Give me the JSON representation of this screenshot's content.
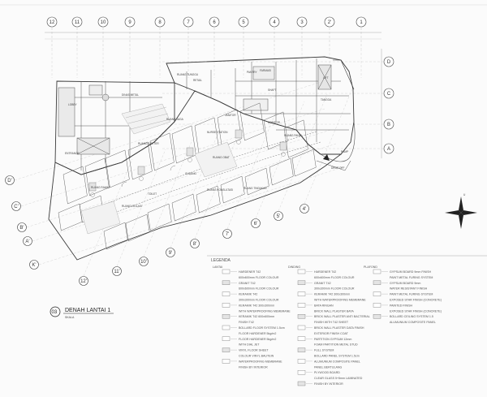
{
  "title": {
    "number": "03",
    "name": "DENAH LANTAI 1",
    "scale": "SKALA"
  },
  "grid": {
    "columns_top": [
      "12",
      "11",
      "10",
      "9",
      "8",
      "7",
      "6",
      "5",
      "4",
      "3",
      "2'",
      "1"
    ],
    "rows_right": [
      "D",
      "C",
      "B",
      "A"
    ],
    "columns_bottom": [
      "12'",
      "11'",
      "10'",
      "9'",
      "8'",
      "7'",
      "6'",
      "5'",
      "4'"
    ],
    "rows_left": [
      "D'",
      "C'",
      "B'",
      "A'",
      "K'"
    ]
  },
  "compass": {
    "label": "U"
  },
  "legend": {
    "heading": "LEGENDA",
    "groups": [
      {
        "title": "LANTAI",
        "items": [
          "HARDENER T42",
          "600x600mm FLOOR COLOUR",
          "GRANIT T42",
          "600x600mm FLOOR COLOUR",
          "KERAMIK T42",
          "300x300mm FLOOR COLOUR",
          "KERAMIK T42 300x300mm",
          "WITH WATERPROOFING MEMBRANE",
          "KERAMIK T42 600x600mm",
          "FINISH T42",
          "BOLLARD FLOOR SYSTEM 1.5cm",
          "FLOOR HARDENER 5kg/m2",
          "FLOOR HARDENER 5kg/m2",
          "WITH DIAL JET",
          "VINYL FLOOR SHEET",
          "COLOUR VINYL BAUTEIN",
          "WATERPROOFING MEMBRANE",
          "FINISH BY INTERIOR"
        ]
      },
      {
        "title": "DINDING",
        "items": [
          "HARDENER T42",
          "600x600mm FLOOR COLOUR",
          "GRANIT T42",
          "300x300mm FLOOR COLOUR",
          "KERAMIK T42 300x300mm",
          "WITH WATERPROOFING MEMBRANE",
          "BATA RINGAN",
          "BRICK WALL PLASTER BATA",
          "BRICK WALL PLASTER ANTI BACTERIAL",
          "FINISH WITH T42 SHEET",
          "BRICK WALL PLASTER DATA FINISH",
          "EXTERIOR FINISH COAT",
          "PARTITION GYPSUM 12mm",
          "FOAM PARTITION METAL STUD",
          "FULL SYSTEM",
          "BOLLARD PANEL SYSTEM 1.5cm",
          "ALUMUNIUM COMPOSITE PANEL",
          "PANEL BERTULANG",
          "PLYWOOD BOARD",
          "CLEAR GLASS 5+5mm LAMINATED",
          "FINISH BY INTERIOR"
        ]
      },
      {
        "title": "PLAFOND",
        "items": [
          "GYPSUM BOARD 9mm FINISH",
          "PAINT METAL FURING SYSTEM",
          "GYPSUM BOARD 9mm",
          "WATER RESISTANT FINISH",
          "PAINT METAL FURING SYSTEM",
          "EXPOSED STAR FINISH (CONCRETE)",
          "PAINTED FINISH",
          "EXPOSED STAR FINISH (CONCRETE)",
          "BOLLARD CEILING SYSTEM 1.5",
          "ALUMUNIUM COMPOSITE PANEL"
        ]
      }
    ]
  },
  "room_labels": [
    "DINAS METAL",
    "RUANG TUNGGU",
    "RUANG JAGA",
    "NURSE STATION",
    "RUANG OBAT",
    "KORIDOR",
    "RUANG TINDAKAN",
    "GUDANG",
    "TOILET",
    "RUANG ISOLASI",
    "RUANG RAWAT",
    "RUANG DOKTER",
    "LOBBY",
    "RETAIL",
    "LIFT",
    "TANGGA",
    "SHAFT",
    "JANITOR",
    "PANTRY",
    "RUANG PANEL",
    "DROP OFF",
    "RAMP",
    "ENTRANCE",
    "RUANG KONSULTASI",
    "FARMASI"
  ]
}
